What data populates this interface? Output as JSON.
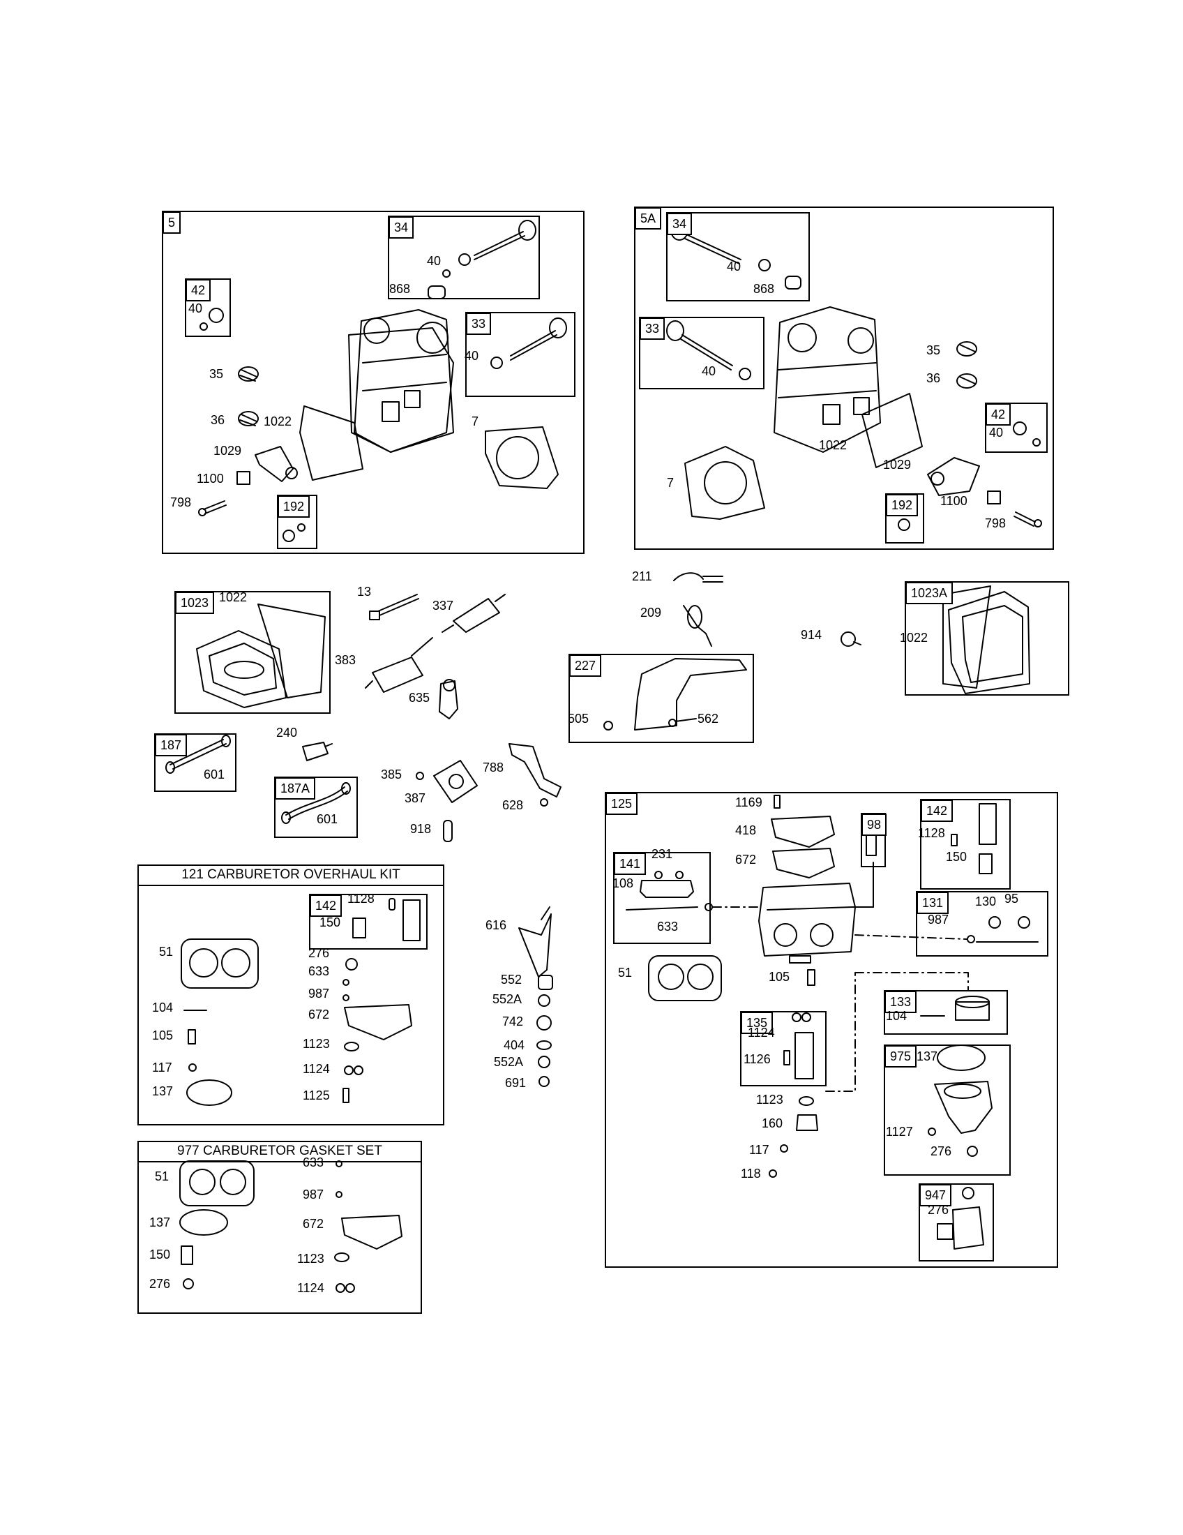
{
  "boxes": {
    "b5": "5",
    "b34a": "34",
    "b42a": "42",
    "b33a": "33",
    "b192a": "192",
    "b5A": "5A",
    "b34b": "34",
    "b33b": "33",
    "b42b": "42",
    "b192b": "192",
    "b1023": "1023",
    "b1023A": "1023A",
    "b227": "227",
    "b187": "187",
    "b187A": "187A",
    "b142a": "142",
    "b125": "125",
    "b141": "141",
    "b98": "98",
    "b142b": "142",
    "b131": "131",
    "b133": "133",
    "b135": "135",
    "b975": "975",
    "b947": "947"
  },
  "titles": {
    "kit121": "121 CARBURETOR OVERHAUL KIT",
    "kit977": "977 CARBURETOR GASKET SET"
  },
  "labels": {
    "p5_40a": "40",
    "p5_868": "868",
    "p5_40b": "40",
    "p5_35": "35",
    "p5_36": "36",
    "p5_1022": "1022",
    "p5_40c": "40",
    "p5_7": "7",
    "p5_1029": "1029",
    "p5_1100": "1100",
    "p5_798": "798",
    "p5A_40a": "40",
    "p5A_868": "868",
    "p5A_40b": "40",
    "p5A_35": "35",
    "p5A_36": "36",
    "p5A_40c": "40",
    "p5A_1022": "1022",
    "p5A_1029": "1029",
    "p5A_7": "7",
    "p5A_1100": "1100",
    "p5A_798": "798",
    "m_1022a": "1022",
    "m_13": "13",
    "m_337": "337",
    "m_383": "383",
    "m_635": "635",
    "m_211": "211",
    "m_209": "209",
    "m_914": "914",
    "m_1022b": "1022",
    "m_505": "505",
    "m_562": "562",
    "m_240": "240",
    "m_601a": "601",
    "m_601b": "601",
    "m_385": "385",
    "m_387": "387",
    "m_788": "788",
    "m_628": "628",
    "m_918": "918",
    "k_1128": "1128",
    "k_150": "150",
    "k_51": "51",
    "k_276": "276",
    "k_633": "633",
    "k_987": "987",
    "k_104": "104",
    "k_672": "672",
    "k_105": "105",
    "k_1123": "1123",
    "k_117": "117",
    "k_1124": "1124",
    "k_137": "137",
    "k_1125": "1125",
    "g_51": "51",
    "g_633": "633",
    "g_987": "987",
    "g_137": "137",
    "g_672": "672",
    "g_150": "150",
    "g_1123": "1123",
    "g_276": "276",
    "g_1124": "1124",
    "c_616": "616",
    "c_552": "552",
    "c_552Aa": "552A",
    "c_742": "742",
    "c_404": "404",
    "c_552Ab": "552A",
    "c_691": "691",
    "r_1169": "1169",
    "r_418": "418",
    "r_672": "672",
    "r_1128": "1128",
    "r_150": "150",
    "r_231": "231",
    "r_108": "108",
    "r_633": "633",
    "r_130": "130",
    "r_95": "95",
    "r_987": "987",
    "r_51": "51",
    "r_105": "105",
    "r_104": "104",
    "r_1124": "1124",
    "r_1126": "1126",
    "r_137": "137",
    "r_1123": "1123",
    "r_160": "160",
    "r_1127": "1127",
    "r_276a": "276",
    "r_117": "117",
    "r_118": "118",
    "r_276b": "276"
  }
}
